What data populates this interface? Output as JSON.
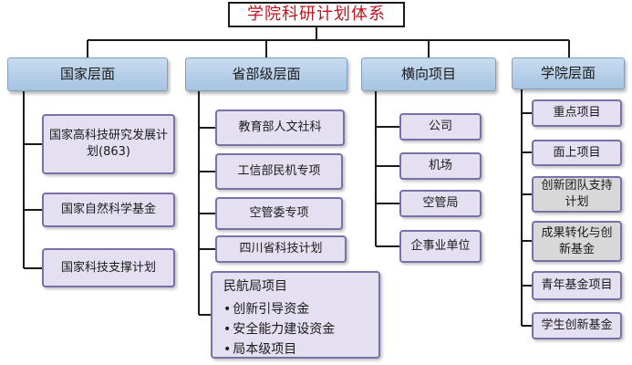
{
  "title": "学院科研计划体系",
  "columns": [
    {
      "label": "国家层面",
      "items": [
        {
          "label": "国家高科技研究发展计划(863)"
        },
        {
          "label": "国家自然科学基金"
        },
        {
          "label": "国家科技支撑计划"
        }
      ]
    },
    {
      "label": "省部级层面",
      "items": [
        {
          "label": "教育部人文社科"
        },
        {
          "label": "工信部民机专项"
        },
        {
          "label": "空管委专项"
        },
        {
          "label": "四川省科技计划"
        }
      ],
      "list_item": {
        "label": "民航局项目",
        "bullets": [
          "创新引导资金",
          "安全能力建设资金",
          "局本级项目"
        ]
      }
    },
    {
      "label": "横向项目",
      "items": [
        {
          "label": "公司"
        },
        {
          "label": "机场"
        },
        {
          "label": "空管局"
        },
        {
          "label": "企事业单位"
        }
      ]
    },
    {
      "label": "学院层面",
      "items": [
        {
          "label": "重点项目"
        },
        {
          "label": "面上项目"
        },
        {
          "label": "创新团队支持计划"
        },
        {
          "label": "成果转化与创新基金"
        },
        {
          "label": "青年基金项目"
        },
        {
          "label": "学生创新基金"
        }
      ]
    }
  ],
  "colors": {
    "title_text": "#c0141c",
    "header_fill": "#b7cfe8",
    "item_fill": "#e4e0f1",
    "item_border": "#7a6fa6",
    "highlight_fill": "#d8d8d8",
    "connector": "#1b1b1b"
  }
}
